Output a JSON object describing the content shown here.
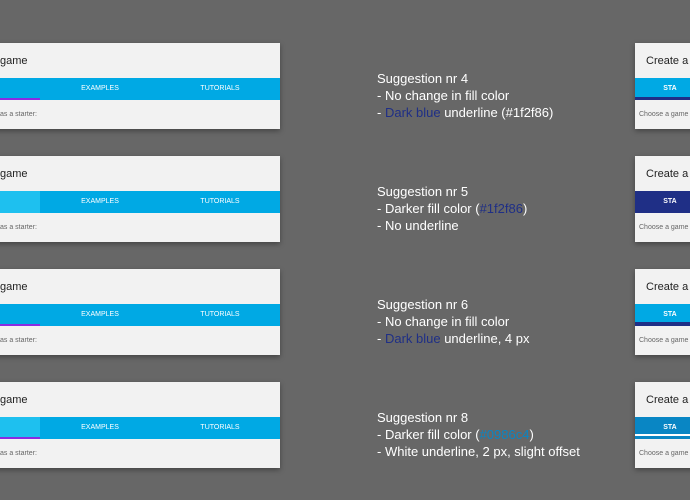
{
  "colors": {
    "background": "#676767",
    "tab_fill": "#00a9e4",
    "dark_blue": "#1f2f86",
    "teal": "#0986c4",
    "selected_underline_original": "#8a2be2"
  },
  "left_card": {
    "title": "game",
    "tabs": {
      "examples": "EXAMPLES",
      "tutorials": "TUTORIALS"
    },
    "hint": "as a starter:"
  },
  "right_card": {
    "title": "Create a",
    "tab": "STA",
    "hint": "Choose a game"
  },
  "suggestions": [
    {
      "title": "Suggestion nr 4",
      "line1": "- No change in fill color",
      "line2_pre": "- ",
      "line2_hl": "Dark blue",
      "line2_post": " underline (#1f2f86)"
    },
    {
      "title": "Suggestion nr 5",
      "line1_pre": "- Darker fill color (",
      "line1_hl": "#1f2f86",
      "line1_post": ")",
      "line2": "- No underline"
    },
    {
      "title": "Suggestion nr 6",
      "line1": "- No change in fill color",
      "line2_pre": "- ",
      "line2_hl": "Dark blue",
      "line2_post": " underline, 4 px"
    },
    {
      "title": "Suggestion nr 8",
      "line1_pre": "- Darker fill color (",
      "line1_hl": "#0986c4",
      "line1_post": ")",
      "line2": "- White underline, 2 px, slight offset"
    }
  ]
}
